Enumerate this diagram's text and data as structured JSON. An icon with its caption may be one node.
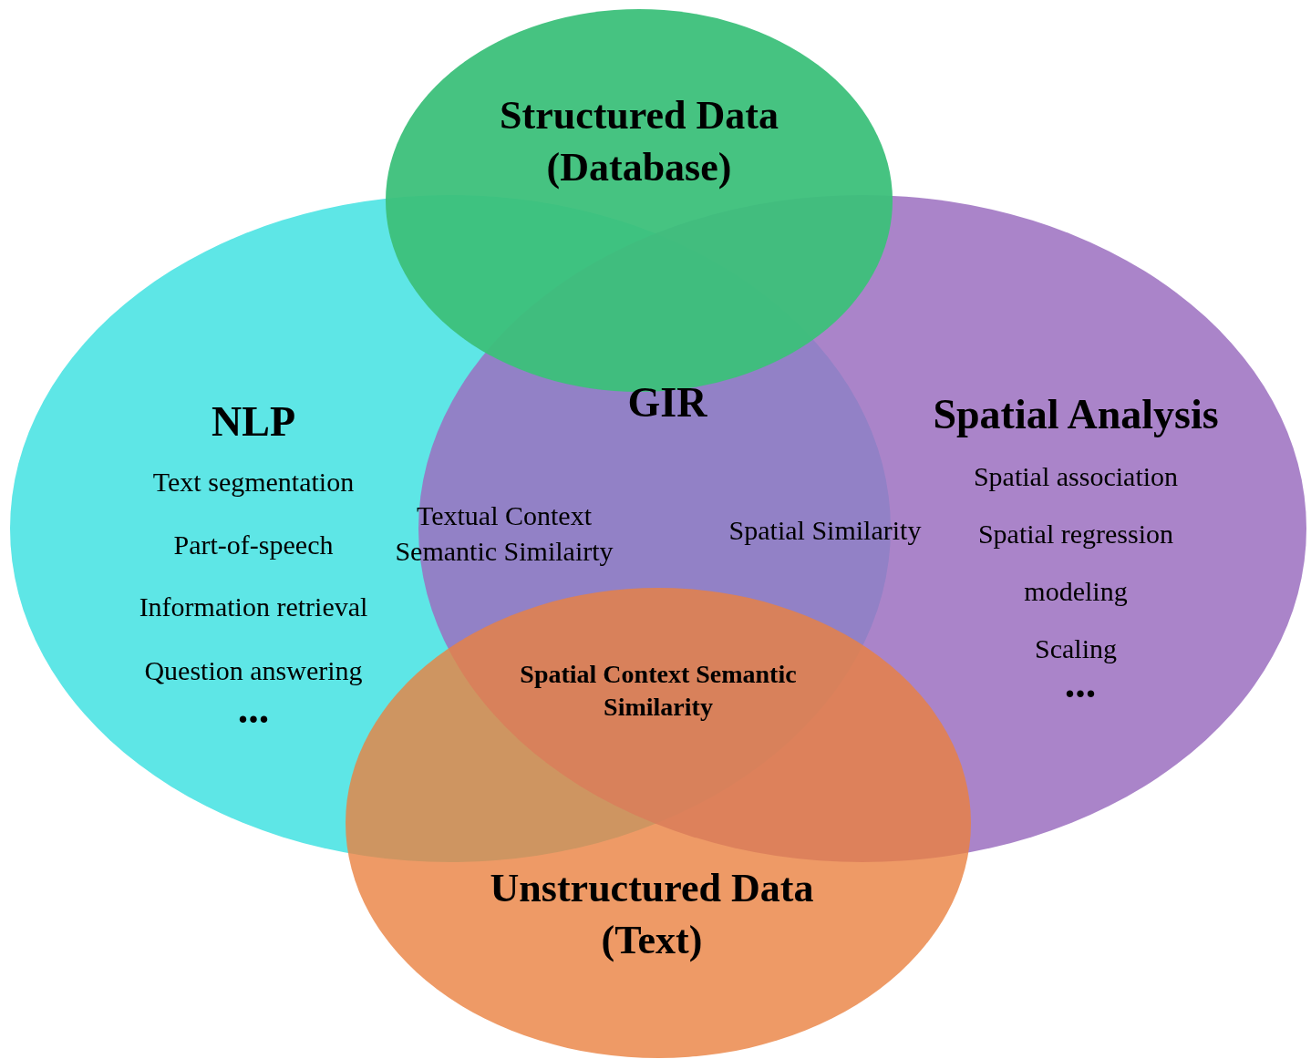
{
  "diagram": {
    "nodes": [
      {
        "text": [
          "Structured Data (Database)"
        ]
      },
      {
        "text": [
          "NLP",
          "Text segmentation",
          "Part-of-speech",
          "Information retrieval",
          "Question answering",
          "..."
        ]
      },
      {
        "text": [
          "Spatial Analysis",
          "Spatial association",
          "Spatial regression",
          "modeling",
          "Scaling",
          "..."
        ]
      },
      {
        "text": [
          "Unstructured Data (Text)"
        ]
      }
    ],
    "labels": [
      "GIR",
      "Textual Context Semantic Similairty",
      "Spatial Similarity",
      "Spatial Context Semantic Similarity"
    ]
  }
}
